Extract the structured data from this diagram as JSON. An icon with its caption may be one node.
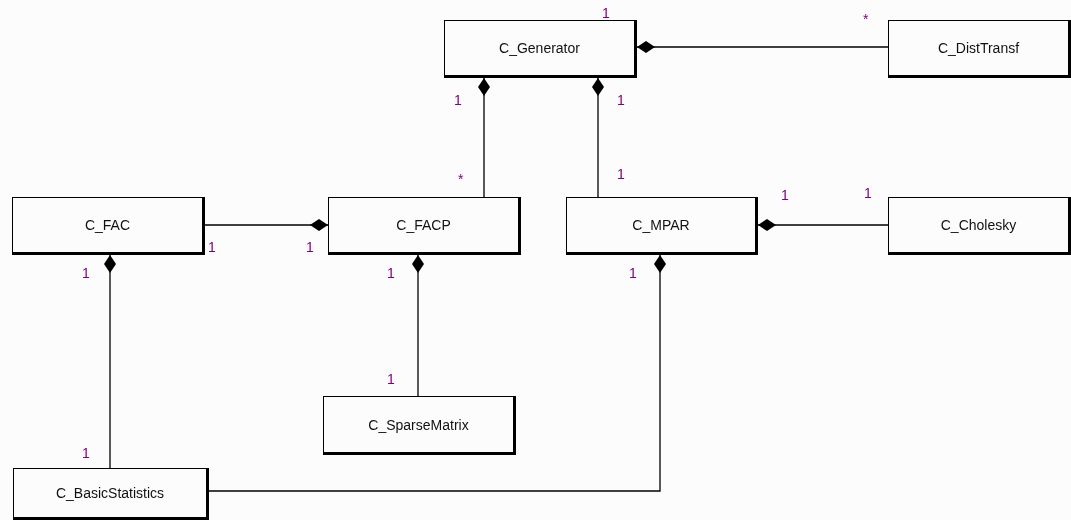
{
  "diagram": {
    "nodes": [
      {
        "text": [
          "C_Generator"
        ]
      },
      {
        "text": [
          "C_DistTransf"
        ]
      },
      {
        "text": [
          "C_FAC"
        ]
      },
      {
        "text": [
          "C_FACP"
        ]
      },
      {
        "text": [
          "C_MPAR"
        ]
      },
      {
        "text": [
          "C_Cholesky"
        ]
      },
      {
        "text": [
          "C_SparseMatrix"
        ]
      },
      {
        "text": [
          "C_BasicStatistics"
        ]
      }
    ],
    "edges": [
      {
        "from": 0,
        "to": 1,
        "arrow": "other"
      },
      {
        "from": 0,
        "to": 3,
        "arrow": "other"
      },
      {
        "from": 0,
        "to": 4,
        "arrow": "other"
      },
      {
        "from": 3,
        "to": 2,
        "arrow": "other"
      },
      {
        "from": 4,
        "to": 5,
        "arrow": "other"
      },
      {
        "from": 2,
        "to": 7,
        "arrow": "other"
      },
      {
        "from": 3,
        "to": 6,
        "arrow": "other"
      },
      {
        "from": 4,
        "to": 7,
        "arrow": "other"
      }
    ],
    "labels": [
      "1",
      "*",
      "1",
      "1",
      "*",
      "1",
      "1",
      "1",
      "1",
      "1",
      "1",
      "1",
      "1",
      "1",
      "1"
    ]
  }
}
